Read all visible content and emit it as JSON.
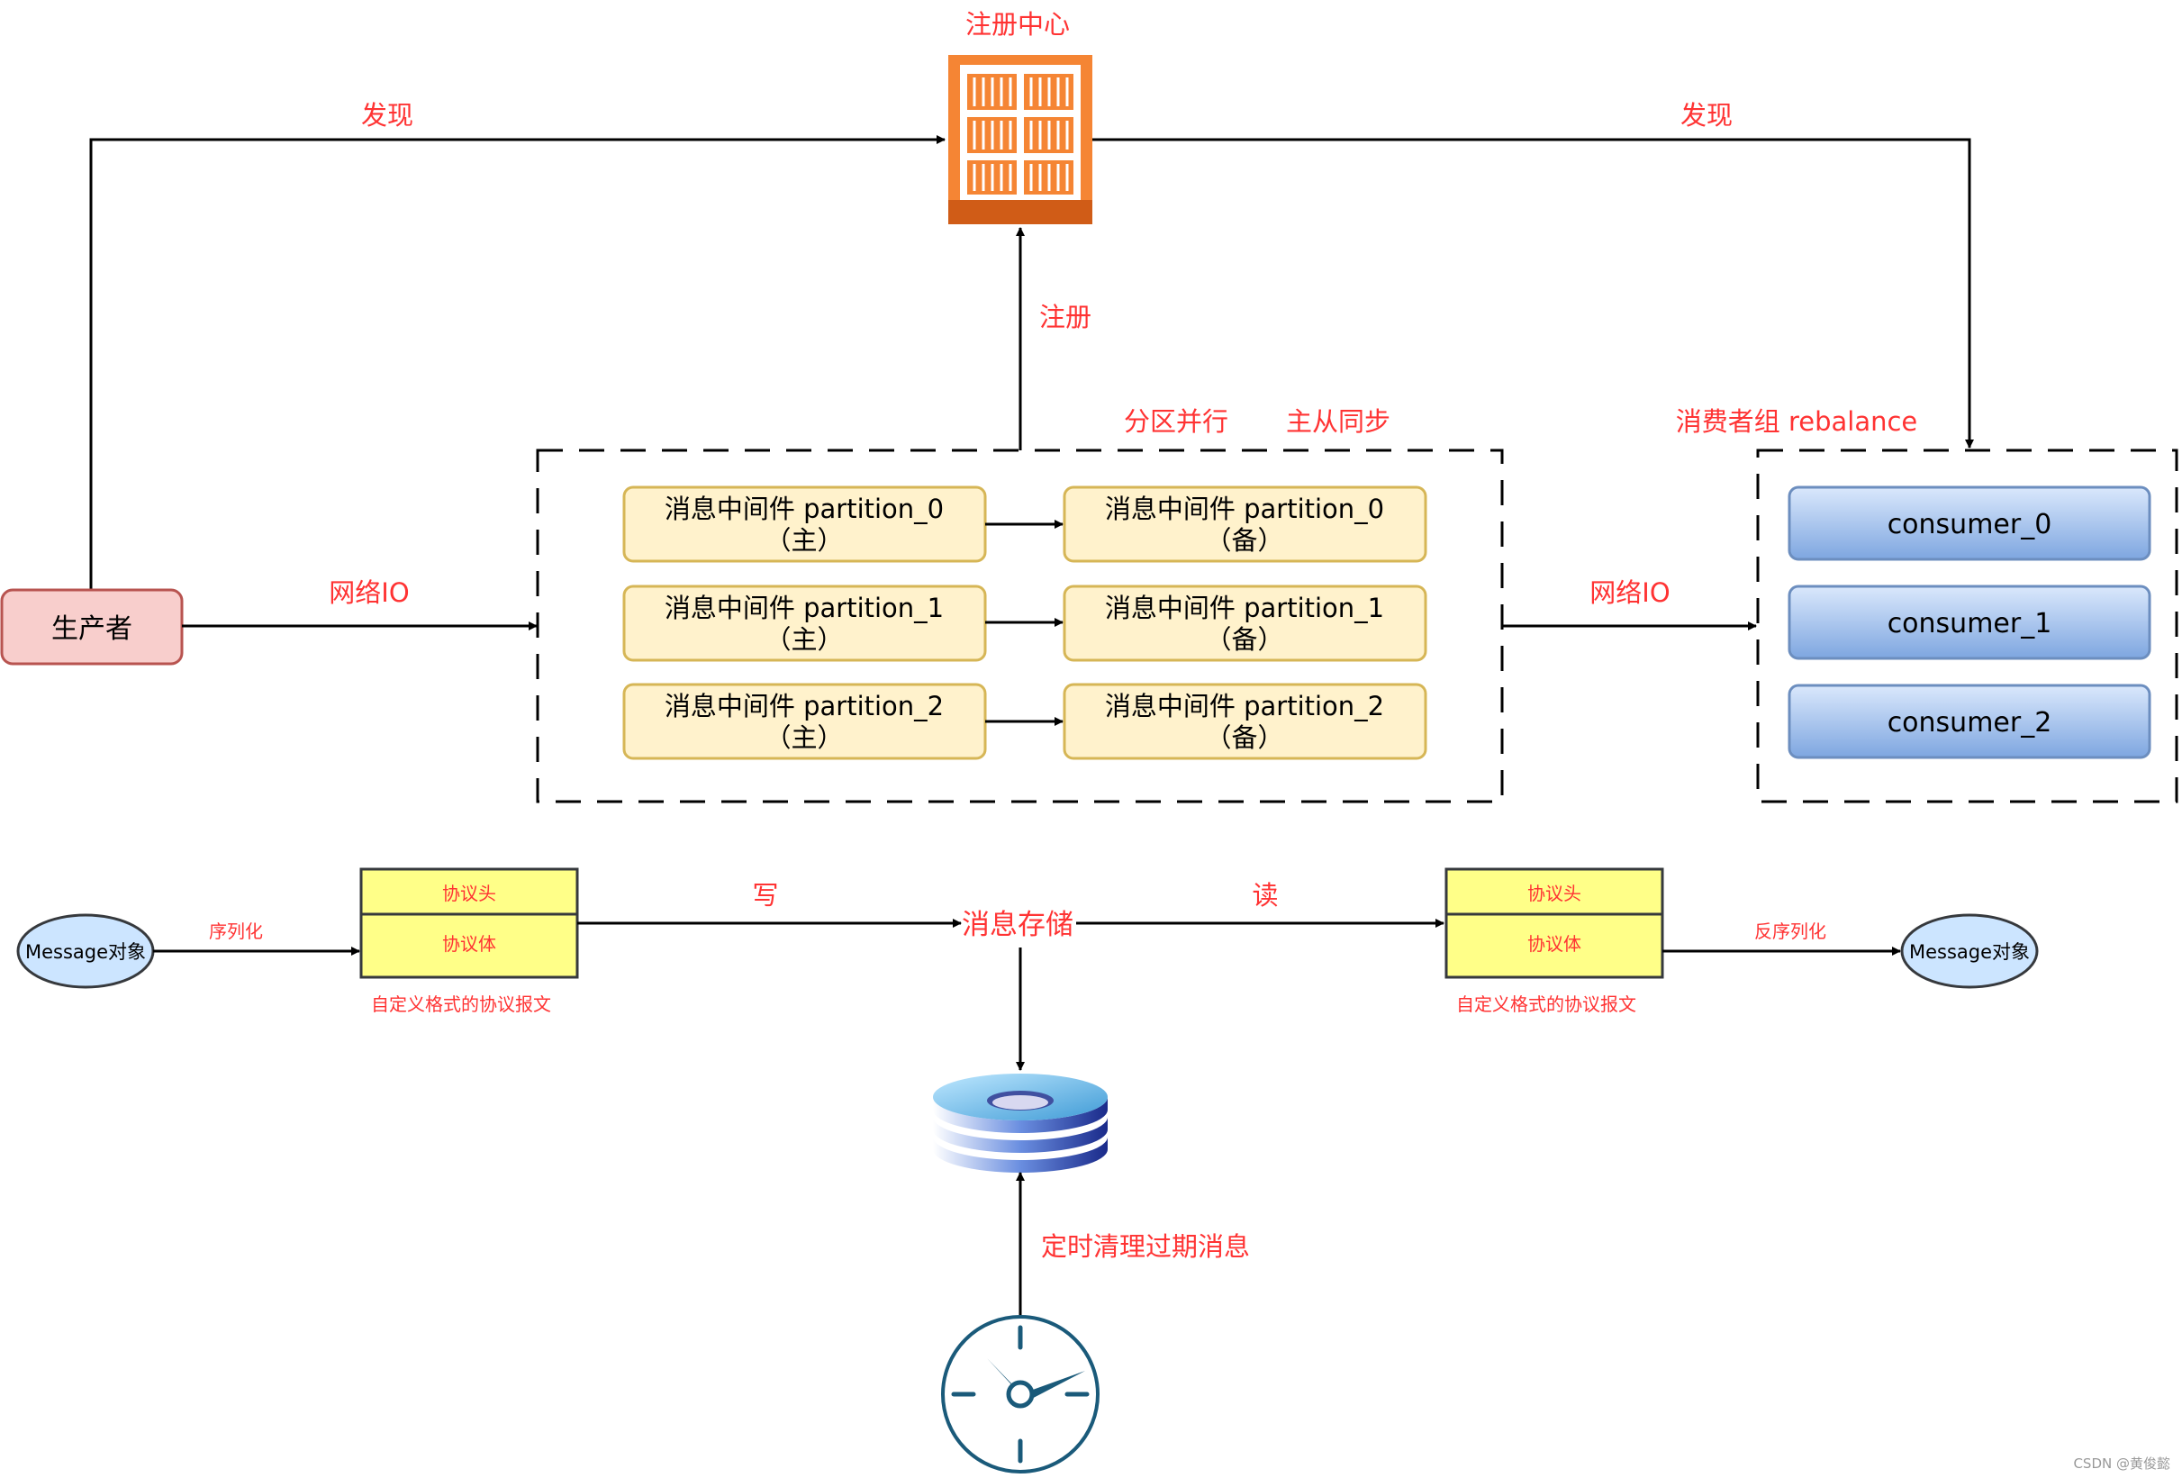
{
  "registry": {
    "label": "注册中心"
  },
  "edges": {
    "discover_left": "发现",
    "discover_right": "发现",
    "register": "注册",
    "net_io_left": "网络IO",
    "net_io_right": "网络IO",
    "write": "写",
    "read": "读",
    "serialize": "序列化",
    "deserialize": "反序列化",
    "cleanup": "定时清理过期消息"
  },
  "broker_group": {
    "label_partition": "分区并行",
    "label_sync": "主从同步",
    "partitions": [
      {
        "primary_line1": "消息中间件 partition_0",
        "primary_line2": "（主）",
        "backup_line1": "消息中间件 partition_0",
        "backup_line2": "（备）"
      },
      {
        "primary_line1": "消息中间件 partition_1",
        "primary_line2": "（主）",
        "backup_line1": "消息中间件 partition_1",
        "backup_line2": "（备）"
      },
      {
        "primary_line1": "消息中间件 partition_2",
        "primary_line2": "（主）",
        "backup_line1": "消息中间件 partition_2",
        "backup_line2": "（备）"
      }
    ]
  },
  "producer": {
    "label": "生产者"
  },
  "consumer_group": {
    "label": "消费者组 rebalance",
    "consumers": [
      "consumer_0",
      "consumer_1",
      "consumer_2"
    ]
  },
  "protocol_left": {
    "header": "协议头",
    "body": "协议体",
    "caption": "自定义格式的协议报文"
  },
  "protocol_right": {
    "header": "协议头",
    "body": "协议体",
    "caption": "自定义格式的协议报文"
  },
  "message_left": "Message对象",
  "message_right": "Message对象",
  "storage": {
    "label": "消息存储"
  },
  "watermark": "CSDN @黄俊懿",
  "colors": {
    "label_red": "#ff3333",
    "partition_fill": "#fff2cc",
    "partition_stroke": "#d6b656",
    "consumer_fill": "#a9c4eb",
    "consumer_stroke": "#6c8ebf",
    "producer_fill": "#f8cecc",
    "producer_stroke": "#b85450",
    "protocol_fill": "#ffff88",
    "registry_orange": "#f58534",
    "message_fill": "#cce5ff"
  }
}
